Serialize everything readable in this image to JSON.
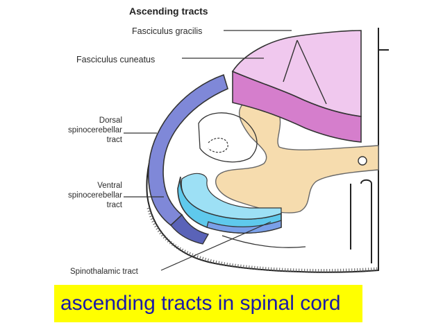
{
  "diagram": {
    "title": "Ascending tracts",
    "labels": {
      "fasciculus_gracilis": "Fasciculus gracilis",
      "fasciculus_cuneatus": "Fasciculus cuneatus",
      "dorsal_line1": "Dorsal",
      "dorsal_line2": "spinocerebellar",
      "dorsal_line3": "tract",
      "ventral_line1": "Ventral",
      "ventral_line2": "spinocerebellar",
      "ventral_line3": "tract",
      "spinothalamic": "Spinothalamic tract"
    },
    "colors": {
      "gracilis": "#f0c8ee",
      "cuneatus": "#e7a6e0",
      "cuneatus_side": "#c25bb4",
      "dorsal_spinocerebellar": "#7f88d8",
      "ventral_spinocerebellar": "#5fc9ec",
      "spinothalamic": "#7aa0e8",
      "grey_matter": "#f6dcae"
    }
  },
  "caption": {
    "text": "ascending tracts in spinal cord",
    "background": "#ffff00",
    "color": "#1a1aa8"
  }
}
